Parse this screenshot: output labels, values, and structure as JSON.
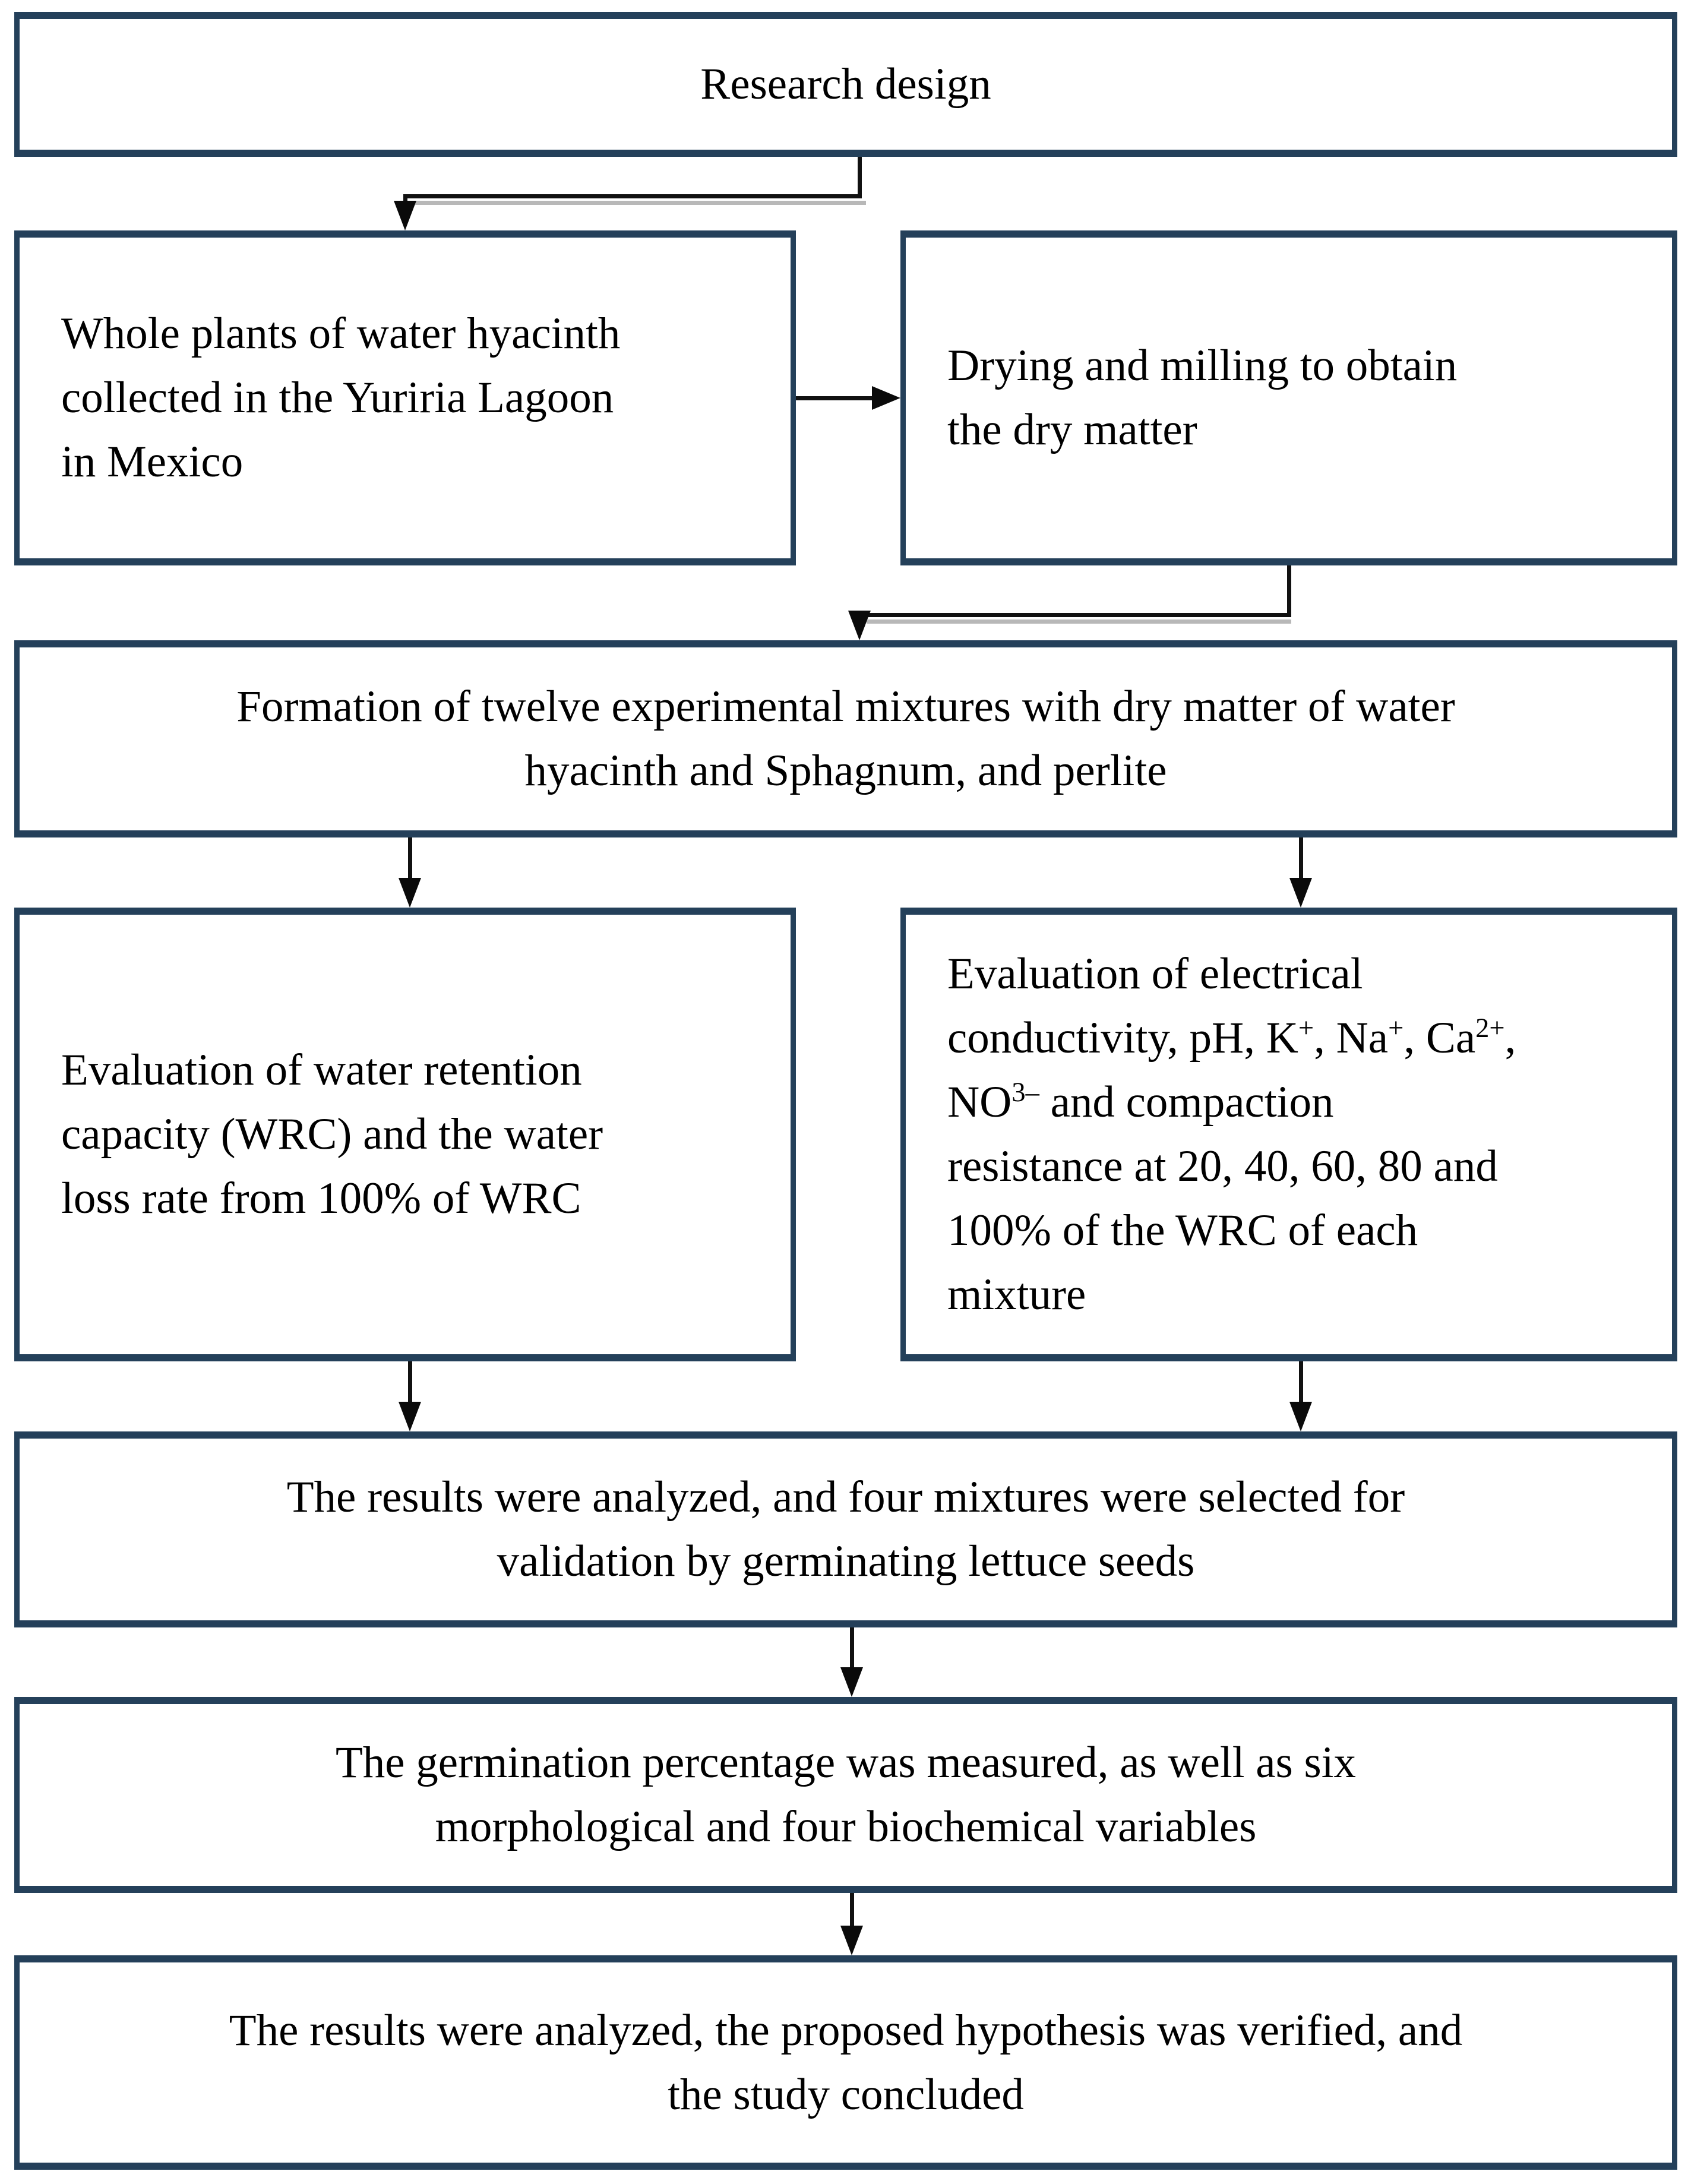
{
  "style": {
    "border_color": "#24405a",
    "connector_color": "#111111",
    "connector_shadow_color": "#b8b8b8",
    "text_color": "#000000",
    "background": "#ffffff"
  },
  "diagram": {
    "type": "flowchart",
    "boxes": {
      "research_design": {
        "lines": [
          [
            {
              "t": "Research design"
            }
          ]
        ]
      },
      "whole_plants": {
        "lines": [
          [
            {
              "t": "Whole plants of water hyacinth"
            }
          ],
          [
            {
              "t": "collected in the Yuriria Lagoon"
            }
          ],
          [
            {
              "t": "in Mexico"
            }
          ]
        ]
      },
      "drying_milling": {
        "lines": [
          [
            {
              "t": "Drying and milling to obtain"
            }
          ],
          [
            {
              "t": "the dry matter"
            }
          ]
        ]
      },
      "formation_mixtures": {
        "lines": [
          [
            {
              "t": "Formation of twelve experimental mixtures with dry matter of water"
            }
          ],
          [
            {
              "t": "hyacinth and Sphagnum, and perlite"
            }
          ]
        ]
      },
      "wrc_evaluation": {
        "lines": [
          [
            {
              "t": "Evaluation of water retention"
            }
          ],
          [
            {
              "t": "capacity (WRC) and the water"
            }
          ],
          [
            {
              "t": "loss rate from 100% of WRC"
            }
          ]
        ]
      },
      "chemical_evaluation": {
        "lines": [
          [
            {
              "t": "Evaluation of electrical"
            }
          ],
          [
            {
              "t": "conductivity, pH, K"
            },
            {
              "s": "+"
            },
            {
              "t": ", Na"
            },
            {
              "s": "+"
            },
            {
              "t": ", Ca"
            },
            {
              "s": "2+"
            },
            {
              "t": ","
            }
          ],
          [
            {
              "t": "NO"
            },
            {
              "s": "3–"
            },
            {
              "t": " and compaction"
            }
          ],
          [
            {
              "t": "resistance at 20, 40, 60, 80 and"
            }
          ],
          [
            {
              "t": "100% of the WRC of each"
            }
          ],
          [
            {
              "t": "mixture"
            }
          ]
        ]
      },
      "results_selection": {
        "lines": [
          [
            {
              "t": "The results were analyzed, and four mixtures were selected for"
            }
          ],
          [
            {
              "t": "validation by germinating lettuce seeds"
            }
          ]
        ]
      },
      "germination_measurement": {
        "lines": [
          [
            {
              "t": "The germination percentage was measured, as well as six"
            }
          ],
          [
            {
              "t": "morphological and four biochemical variables"
            }
          ]
        ]
      },
      "conclusion": {
        "lines": [
          [
            {
              "t": "The results were analyzed, the proposed hypothesis was verified, and"
            }
          ],
          [
            {
              "t": "the study concluded"
            }
          ]
        ]
      }
    }
  }
}
